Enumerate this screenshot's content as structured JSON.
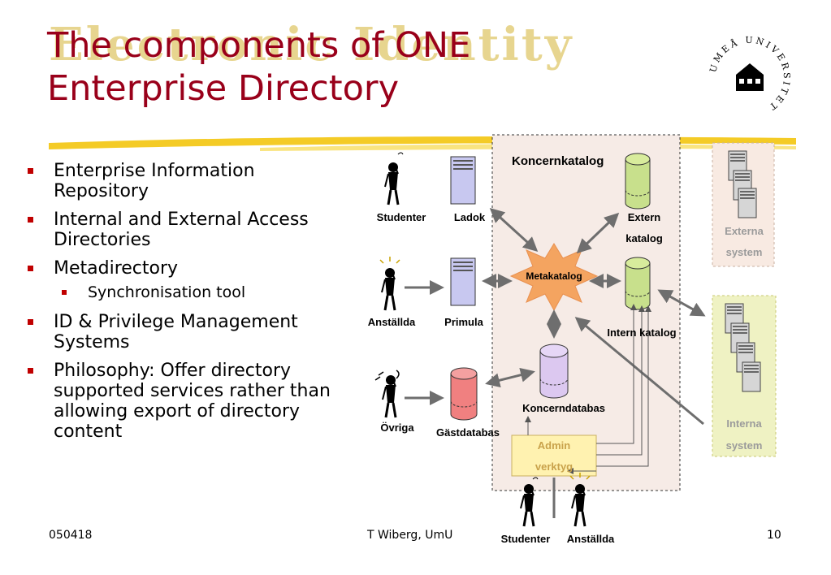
{
  "slide": {
    "ghost_title": "Electronic Identity",
    "title_line1": "The components of ONE",
    "title_line2": "Enterprise Directory",
    "logo": {
      "ring_text": "UMEÅ UNIVERSITET",
      "icon": "university-building-icon"
    }
  },
  "bullets": [
    "Enterprise Information Repository",
    "Internal and External Access Directories",
    "Metadirectory",
    "ID & Privilege Management Systems",
    "Philosophy: Offer directory supported services rather than allowing export of directory content"
  ],
  "sub_bullets": [
    "Synchronisation tool"
  ],
  "diagram": {
    "koncernkatalog": "Koncernkatalog",
    "studenter": "Studenter",
    "ladok": "Ladok",
    "extern_katalog_1": "Extern",
    "extern_katalog_2": "katalog",
    "externa_system_1": "Externa",
    "externa_system_2": "system",
    "metakatalog": "Metakatalog",
    "anstallda": "Anställda",
    "primula": "Primula",
    "intern_katalog": "Intern katalog",
    "interna_system_1": "Interna",
    "interna_system_2": "system",
    "ovriga": "Övriga",
    "gastdatabas": "Gästdatabas",
    "koncerndatabas": "Koncerndatabas",
    "admin_1": "Admin",
    "admin_2": "verktyg",
    "bottom_studenter": "Studenter",
    "bottom_anstallda": "Anställda"
  },
  "colors": {
    "title": "#99001a",
    "bullet": "#c00000",
    "highlight": "#f2c200",
    "pink_box": "#f6ebe6",
    "green_box": "#eff2c3",
    "cylinder_green": "#c8e08c",
    "cylinder_pink": "#f08080",
    "cylinder_lilac": "#dcc8f0",
    "server": "#c8c8f0"
  },
  "footer": {
    "date": "050418",
    "author": "T Wiberg, UmU",
    "page": "10"
  }
}
